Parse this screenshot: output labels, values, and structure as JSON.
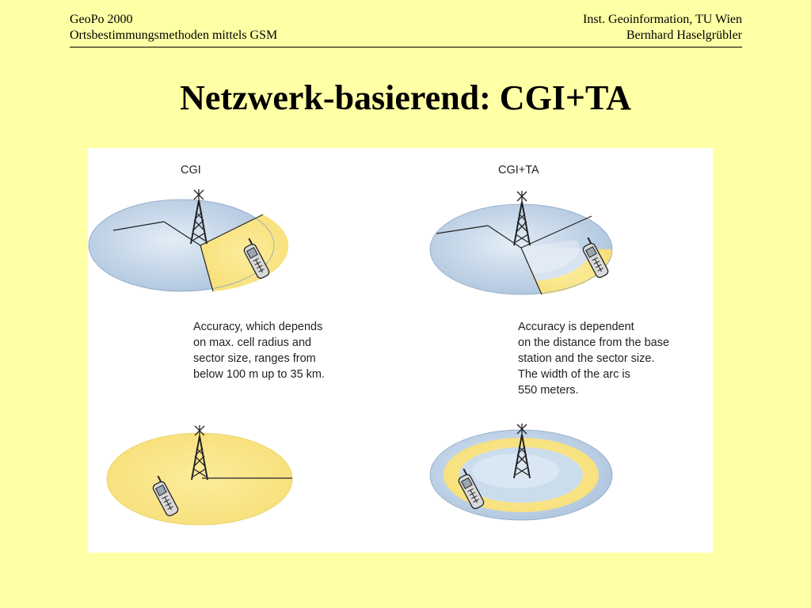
{
  "header": {
    "left_line1": "GeoPo 2000",
    "left_line2": "Ortsbestimmungsmethoden mittels GSM",
    "right_line1": "Inst. Geoinformation, TU Wien",
    "right_line2": "Bernhard Haselgrübler"
  },
  "slide_title": "Netzwerk-basierend: CGI+TA",
  "figure": {
    "label_cgi": "CGI",
    "label_cgi_ta": "CGI+TA",
    "desc_cgi": "Accuracy, which depends\non max. cell radius and\nsector size, ranges from\nbelow 100 m up to 35 km.",
    "desc_cgi_ta": "Accuracy is dependent\non the distance from the base\nstation and the sector size.\nThe width of the arc is\n550 meters."
  },
  "colors": {
    "background": "#ffffa6",
    "cell_blue": "#b9cde3",
    "sector_yellow": "#fbe68a"
  }
}
